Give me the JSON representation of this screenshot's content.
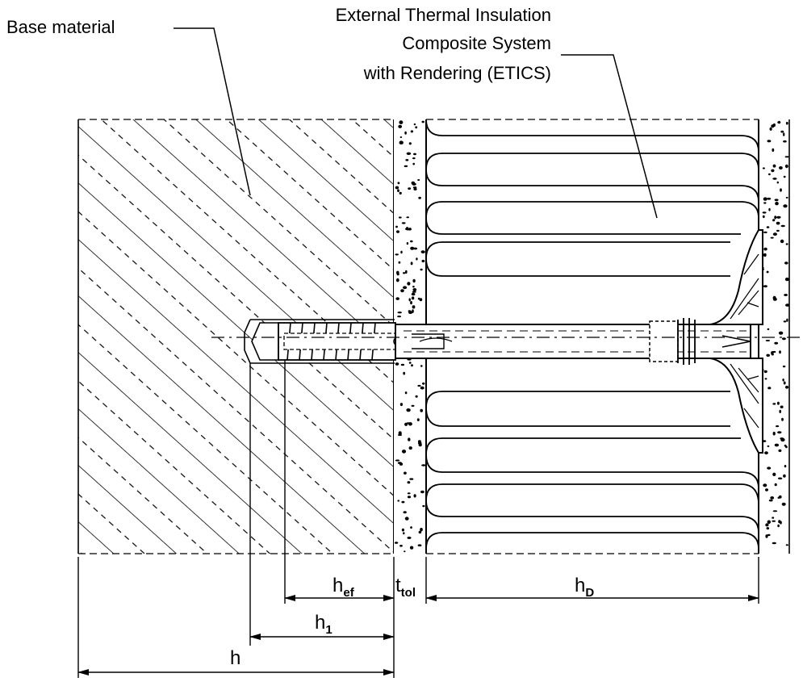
{
  "labels": {
    "base_material": "Base material",
    "etics_line1": "External Thermal Insulation",
    "etics_line2": "Composite System",
    "etics_line3": "with Rendering (ETICS)"
  },
  "dimensions": {
    "h_ef": {
      "main": "h",
      "sub": "ef"
    },
    "t_tol": {
      "main": "t",
      "sub": "tol"
    },
    "h_D": {
      "main": "h",
      "sub": "D"
    },
    "h_1": {
      "main": "h",
      "sub": "1"
    },
    "h": {
      "main": "h"
    }
  }
}
